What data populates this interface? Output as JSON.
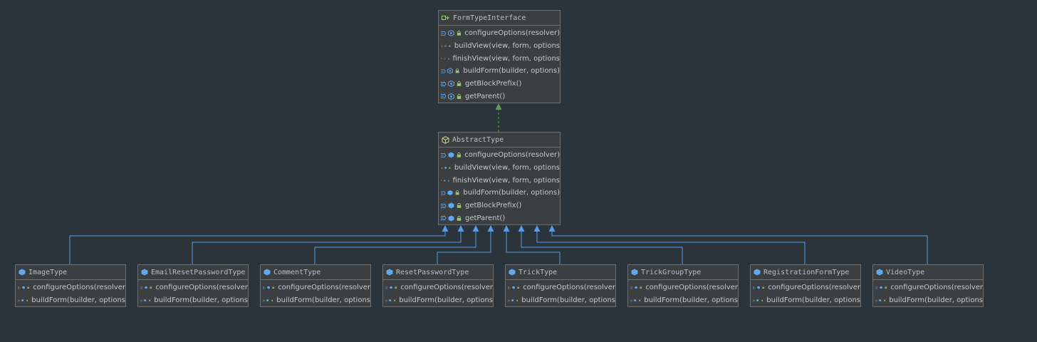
{
  "colors": {
    "background": "#2b343b",
    "box_fill": "#3c3f41",
    "box_border": "#6b6f72",
    "inherit_line": "#5a9be6",
    "implement_line": "#5f9f4f",
    "member_icon": "#5fa8ec",
    "lock_icon": "#9bc37a",
    "interface_icon": "#9ecf6e"
  },
  "interface": {
    "name": "FormTypeInterface",
    "icon": "interface-icon",
    "methods": [
      "configureOptions(resolver)",
      "buildView(view, form, options",
      "finishView(view, form, options",
      "buildForm(builder, options)",
      "getBlockPrefix()",
      "getParent()"
    ]
  },
  "abstract": {
    "name": "AbstractType",
    "icon": "abstract-class-icon",
    "methods": [
      "configureOptions(resolver)",
      "buildView(view, form, options",
      "finishView(view, form, options",
      "buildForm(builder, options)",
      "getBlockPrefix()",
      "getParent()"
    ]
  },
  "subclasses": [
    {
      "name": "ImageType",
      "methods": [
        "configureOptions(resolver",
        "buildForm(builder, options"
      ]
    },
    {
      "name": "EmailResetPasswordType",
      "methods": [
        "configureOptions(resolver",
        "buildForm(builder, options"
      ]
    },
    {
      "name": "CommentType",
      "methods": [
        "configureOptions(resolver",
        "buildForm(builder, options"
      ]
    },
    {
      "name": "ResetPasswordType",
      "methods": [
        "configureOptions(resolver",
        "buildForm(builder, options"
      ]
    },
    {
      "name": "TrickType",
      "methods": [
        "configureOptions(resolver",
        "buildForm(builder, options"
      ]
    },
    {
      "name": "TrickGroupType",
      "methods": [
        "configureOptions(resolver",
        "buildForm(builder, options"
      ]
    },
    {
      "name": "RegistrationFormType",
      "methods": [
        "configureOptions(resolver",
        "buildForm(builder, options"
      ]
    },
    {
      "name": "VideoType",
      "methods": [
        "configureOptions(resolver",
        "buildForm(builder, options"
      ]
    }
  ]
}
